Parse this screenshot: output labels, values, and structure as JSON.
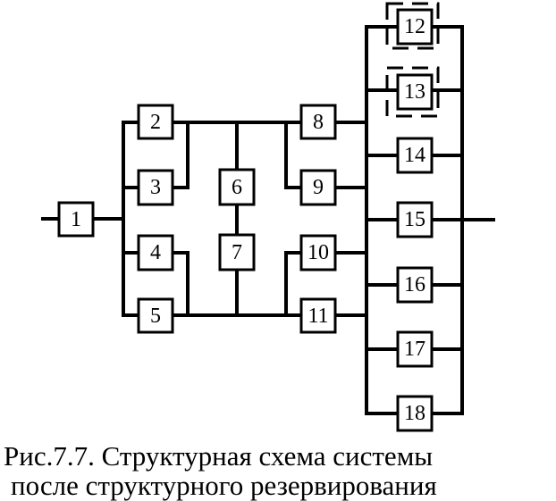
{
  "blocks": {
    "b1": "1",
    "b2": "2",
    "b3": "3",
    "b4": "4",
    "b5": "5",
    "b6": "6",
    "b7": "7",
    "b8": "8",
    "b9": "9",
    "b10": "10",
    "b11": "11",
    "b12": "12",
    "b13": "13",
    "b14": "14",
    "b15": "15",
    "b16": "16",
    "b17": "17",
    "b18": "18"
  },
  "caption": {
    "line1": "Рис.7.7. Структурная схема системы",
    "line2": "после структурного резервирования"
  }
}
